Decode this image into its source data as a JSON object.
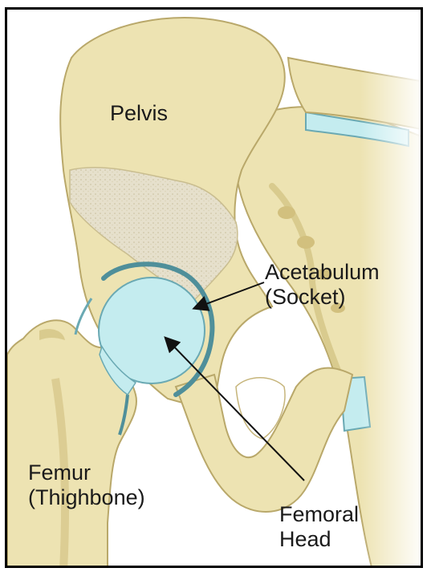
{
  "labels": {
    "pelvis": "Pelvis",
    "acetabulum": "Acetabulum",
    "acetabulum_sub": "(Socket)",
    "femur": "Femur",
    "femur_sub": "(Thighbone)",
    "femoral": "Femoral",
    "femoral_sub": "Head"
  },
  "colors": {
    "bone": "#ede3b2",
    "bone_shade": "#d9cb8e",
    "bone_outline": "#b9a86a",
    "cartilage": "#c4ecef",
    "cartilage_dark": "#4f8f9a",
    "arrow": "#111111"
  }
}
